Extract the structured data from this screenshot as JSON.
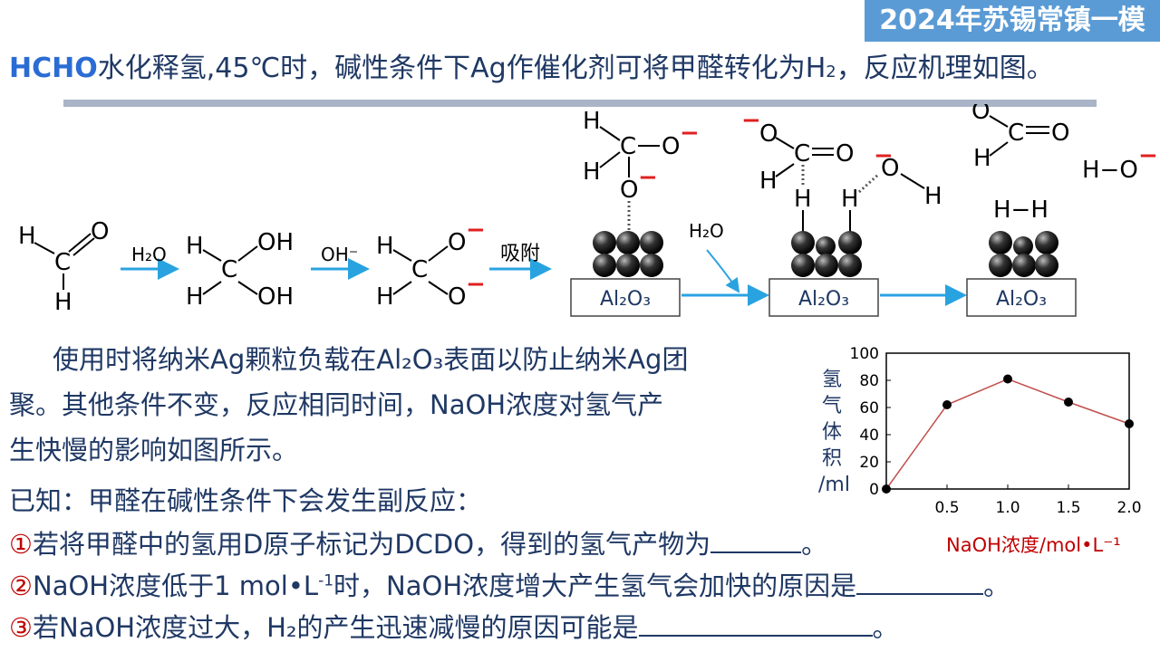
{
  "badge": "2024年苏锡常镇一模",
  "intro": {
    "lead": "HCHO",
    "text": "水化释氢,45℃时，碱性条件下Ag作催化剂可将甲醛转化为H",
    "sub": "2",
    "tail": "，反应机理如图。"
  },
  "mechanism": {
    "step_labels": {
      "water": "H₂O",
      "hydroxide": "OH⁻",
      "adsorb": "吸附",
      "water2": "H₂O"
    },
    "support_label": "Al₂O₃",
    "atoms": {
      "H": "H",
      "C": "C",
      "O": "O",
      "OH": "OH",
      "minus": "−"
    },
    "products": {
      "h2": "H−H",
      "hydroxide": "H−O"
    }
  },
  "paragraph": {
    "line1": "使用时将纳米Ag颗粒负载在Al₂O₃表面以防止纳米Ag团",
    "line2": "聚。其他条件不变，反应相同时间，NaOH浓度对氢气产",
    "line3": "生快慢的影响如图所示。"
  },
  "known": "已知：甲醛在碱性条件下会发生副反应：",
  "questions": [
    {
      "num": "①",
      "text": "若将甲醛中的氢用D原子标记为DCDO，得到的氢气产物为",
      "end": "。"
    },
    {
      "num": "②",
      "text": "NaOH浓度低于1 mol•L",
      "sup": "-1",
      "text2": "时，NaOH浓度增大产生氢气会加快的原因是",
      "end": "。"
    },
    {
      "num": "③",
      "text": "若NaOH浓度过大，H₂的产生迅速减慢的原因可能是",
      "end": "。"
    }
  ],
  "chart_data": {
    "type": "line",
    "title": "",
    "xlabel": "NaOH浓度/mol•L⁻¹",
    "ylabel": "氢气体积/ml",
    "ylabel_chars": [
      "氢",
      "气",
      "体",
      "积",
      "/ml"
    ],
    "x_ticks": [
      "0.5",
      "1.0",
      "1.5",
      "2.0"
    ],
    "y_ticks": [
      "0",
      "20",
      "40",
      "60",
      "80",
      "100"
    ],
    "xlim": [
      0,
      2.0
    ],
    "ylim": [
      0,
      100
    ],
    "x": [
      0,
      0.5,
      1.0,
      1.5,
      2.0
    ],
    "y": [
      0,
      62,
      81,
      64,
      48
    ],
    "line_color": "#c0504d",
    "grid": false
  }
}
